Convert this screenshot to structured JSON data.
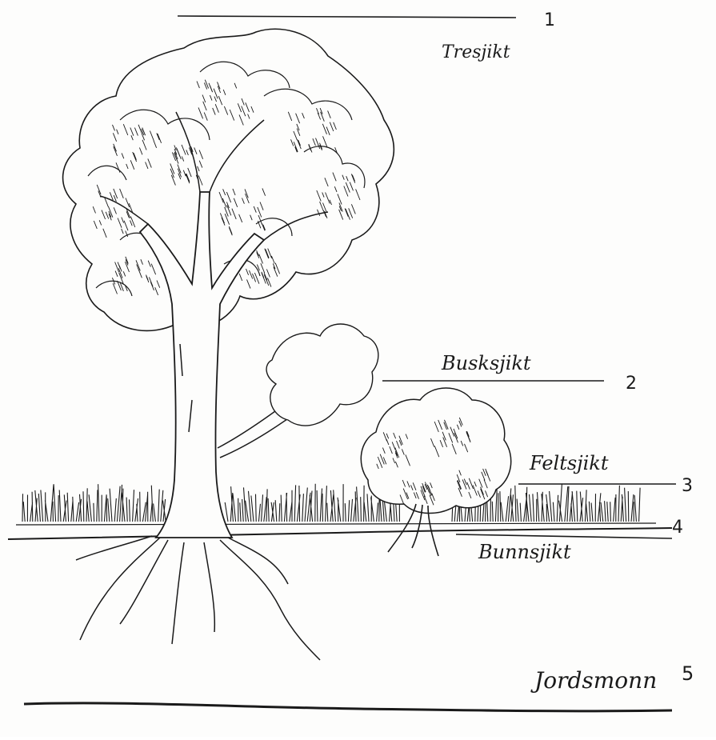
{
  "diagram": {
    "layers": [
      {
        "number": "1",
        "label": "Tresjikt"
      },
      {
        "number": "2",
        "label": "Busksjikt"
      },
      {
        "number": "3",
        "label": "Feltsjikt"
      },
      {
        "number": "4",
        "label": "Bunnsjikt"
      },
      {
        "number": "5",
        "label": "Jordsmonn"
      }
    ],
    "colors": {
      "ink": "#1a1a1a",
      "paper": "#fdfdfc"
    }
  }
}
